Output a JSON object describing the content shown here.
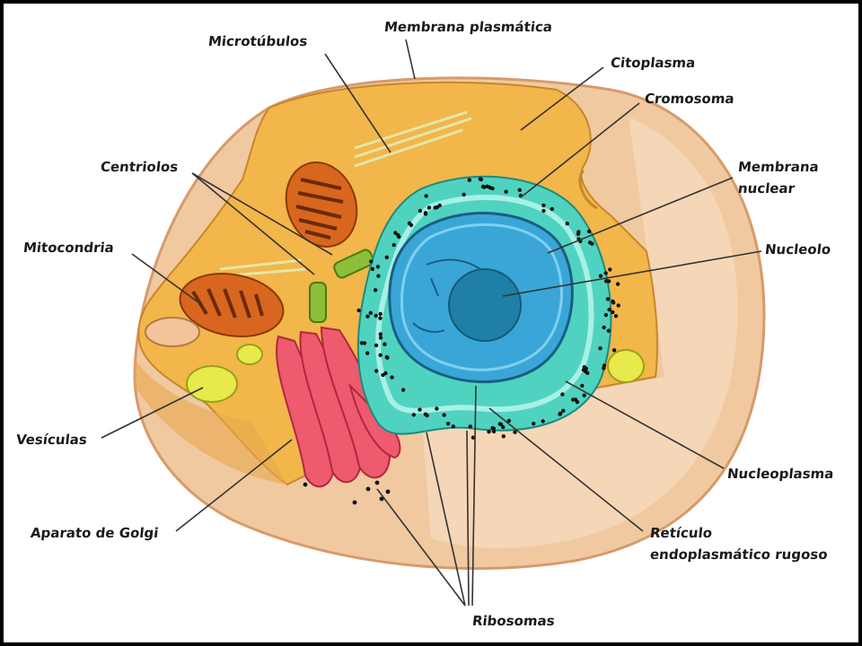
{
  "labels": {
    "microtubulos": "Microtúbulos",
    "membrana_plasmatica": "Membrana plasmática",
    "citoplasma": "Citoplasma",
    "cromosoma": "Cromosoma",
    "membrana_nuclear_1": "Membrana",
    "membrana_nuclear_2": "nuclear",
    "centriolos": "Centriolos",
    "mitocondria": "Mitocondria",
    "nucleolo": "Nucleolo",
    "vesiculas": "Vesículas",
    "nucleoplasma": "Nucleoplasma",
    "aparato_golgi": "Aparato de Golgi",
    "reticulo_1": "Retículo",
    "reticulo_2": "endoplasmático rugoso",
    "ribosomas": "Ribosomas"
  },
  "colors": {
    "cytoplasm": "#f2b64a",
    "cell_cut": "#f0c9a0",
    "membrane": "#d79a6a",
    "er": "#4fd3c0",
    "nucleus": "#3aa6d8",
    "nucleolus": "#1f7fa6",
    "golgi": "#ee5a6e",
    "mitochondria": "#d8661e",
    "vesicle": "#e8ea4c",
    "centriole": "#8bbf3a"
  }
}
